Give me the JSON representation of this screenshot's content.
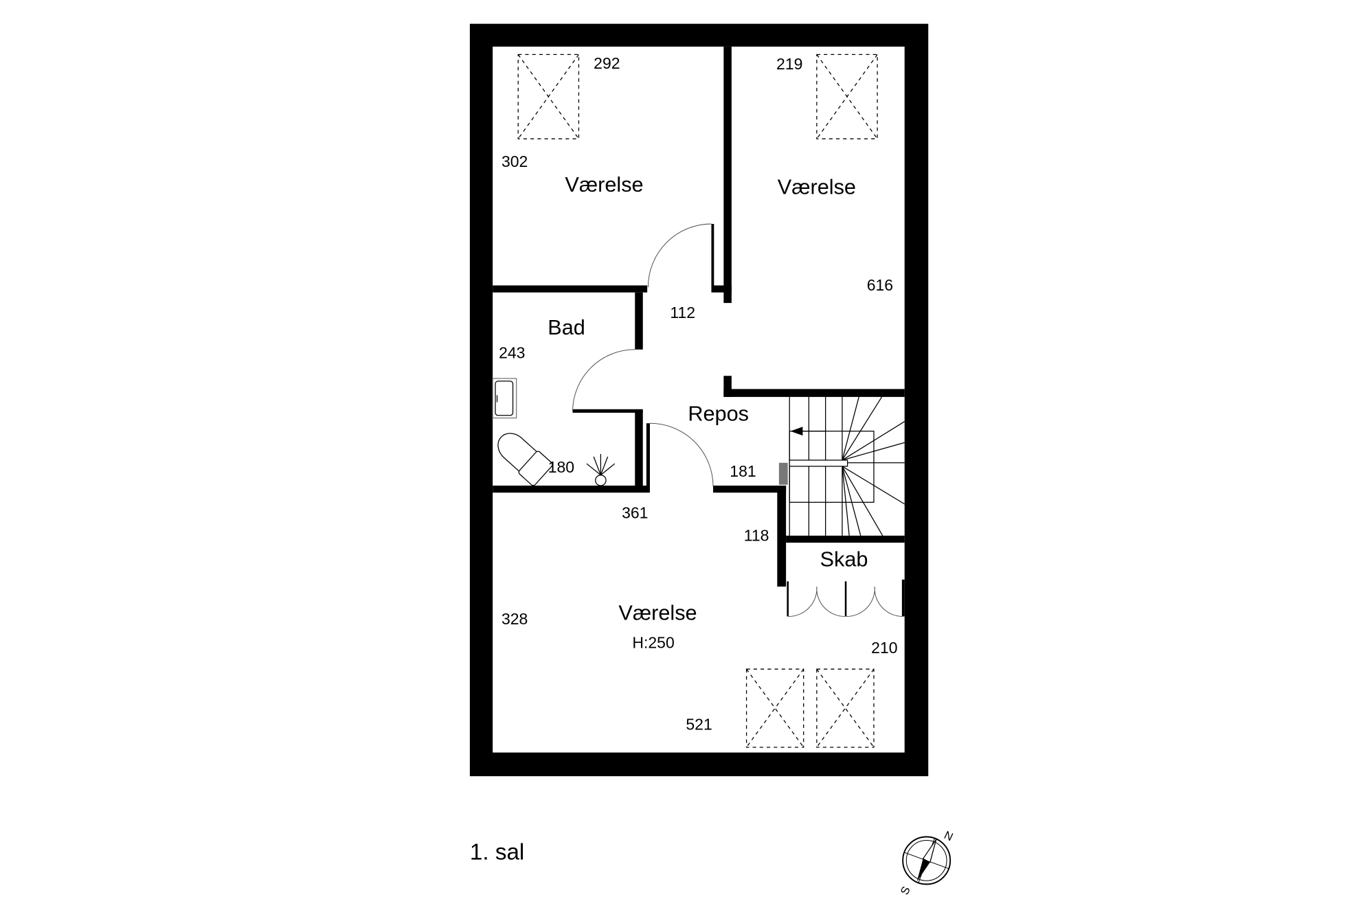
{
  "floor_label": "1. sal",
  "rooms": {
    "vaerelse_top_left": {
      "name": "Værelse",
      "dims": [
        "292",
        "302"
      ]
    },
    "vaerelse_top_right": {
      "name": "Værelse",
      "dims": [
        "219",
        "616"
      ]
    },
    "bad": {
      "name": "Bad",
      "dims": [
        "243",
        "180"
      ]
    },
    "repos": {
      "name": "Repos",
      "dims": [
        "112",
        "181"
      ]
    },
    "skab": {
      "name": "Skab"
    },
    "vaerelse_bottom": {
      "name": "Værelse",
      "height": "H:250",
      "dims": [
        "361",
        "118",
        "328",
        "210",
        "521"
      ]
    }
  },
  "compass": {
    "north": "N",
    "south": "S"
  },
  "colors": {
    "wall": "#000000",
    "post": "#777777"
  }
}
